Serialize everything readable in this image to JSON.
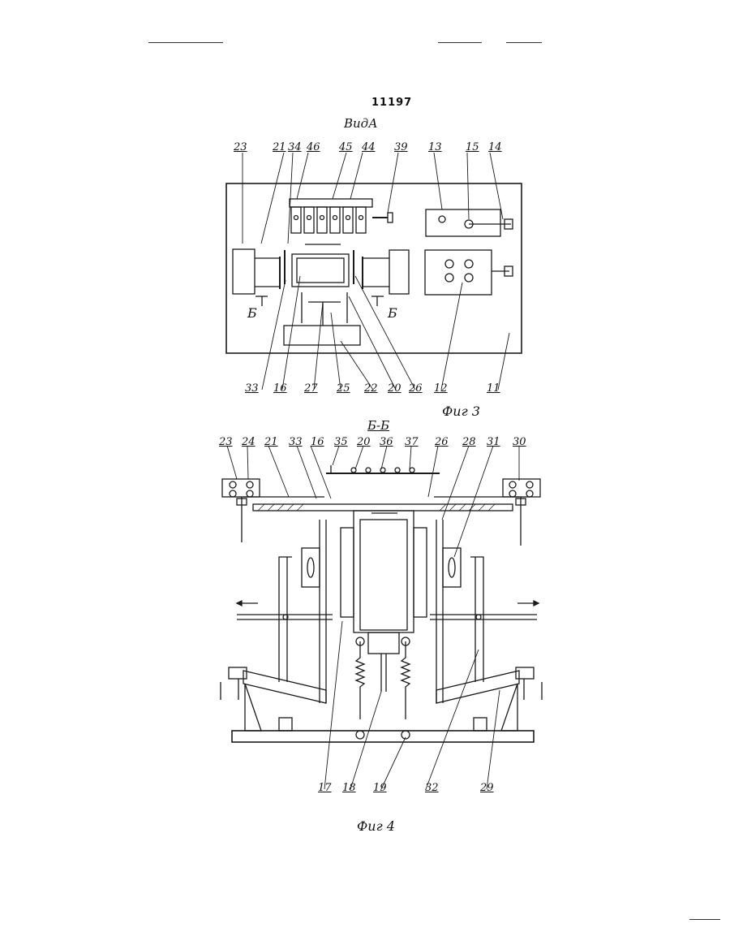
{
  "document_number": "11197",
  "figure3": {
    "view_title": "ВидА",
    "caption": "Фиг 3",
    "top_labels": [
      "23",
      "21",
      "34",
      "46",
      "45",
      "44",
      "39",
      "13",
      "15",
      "14"
    ],
    "bottom_labels": [
      "33",
      "16",
      "27",
      "25",
      "22",
      "20",
      "26",
      "12",
      "11"
    ],
    "section_marks": [
      "Б",
      "Б"
    ]
  },
  "figure4": {
    "section_title": "Б-Б",
    "caption": "Фиг 4",
    "top_labels": [
      "23",
      "24",
      "21",
      "33",
      "16",
      "35",
      "20",
      "36",
      "37",
      "26",
      "28",
      "31",
      "30"
    ],
    "bottom_labels": [
      "17",
      "18",
      "19",
      "32",
      "29"
    ]
  },
  "colors": {
    "ink": "#1a1a1a",
    "paper": "#ffffff"
  }
}
